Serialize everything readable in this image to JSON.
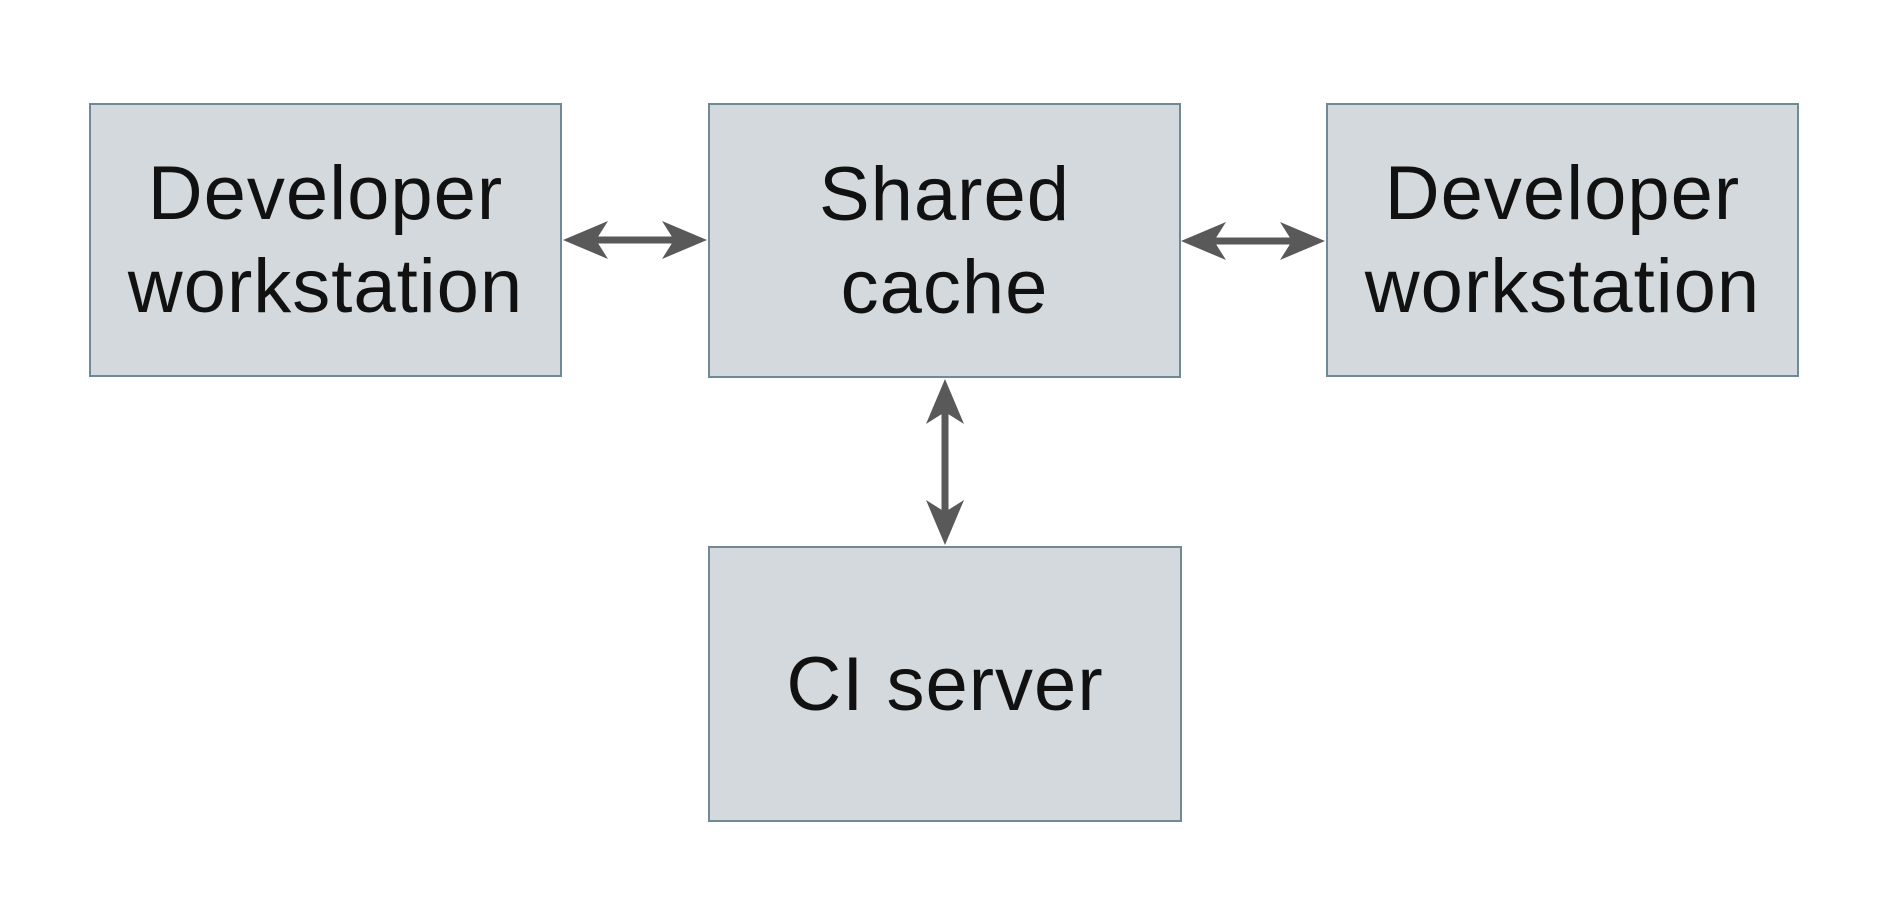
{
  "diagram": {
    "type": "architecture-diagram",
    "nodes": [
      {
        "id": "developer-workstation-left",
        "label": "Developer\nworkstation"
      },
      {
        "id": "shared-cache",
        "label": "Shared\ncache"
      },
      {
        "id": "developer-workstation-right",
        "label": "Developer\nworkstation"
      },
      {
        "id": "ci-server",
        "label": "CI server"
      }
    ],
    "edges": [
      {
        "from": "developer-workstation-left",
        "to": "shared-cache",
        "direction": "bidirectional"
      },
      {
        "from": "shared-cache",
        "to": "developer-workstation-right",
        "direction": "bidirectional"
      },
      {
        "from": "shared-cache",
        "to": "ci-server",
        "direction": "bidirectional"
      }
    ],
    "colors": {
      "background": "#ffffff",
      "node_fill": "#d3d9dc",
      "node_border": "#6f8997",
      "arrow": "#595959",
      "text": "#111111"
    }
  }
}
